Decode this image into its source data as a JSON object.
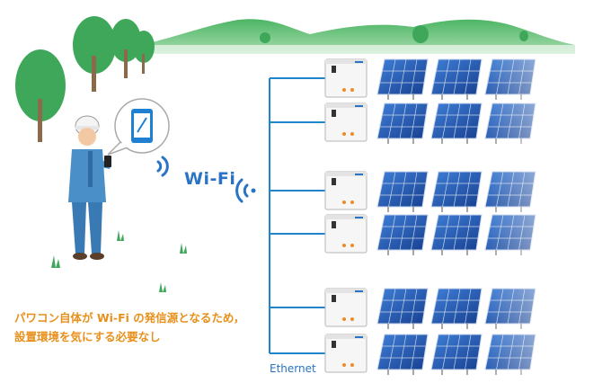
{
  "labels": {
    "wifi": "Wi-Fi",
    "ethernet": "Ethernet"
  },
  "caption": {
    "line1": "パワコン自体が Wi-Fi の発信源となるため，",
    "line2": "設置環境を気にする必要なし"
  },
  "colors": {
    "line_blue": "#1f86c9",
    "caption_orange": "#e8901c",
    "grass_green": "#3fa75a",
    "panel_blue": "#1f4fa6"
  },
  "icons": {
    "phone": "smartphone-icon",
    "signal": "wifi-signal-icon"
  },
  "inverter_groups": 3,
  "inverters_per_group": 2,
  "panels_per_row": 3
}
